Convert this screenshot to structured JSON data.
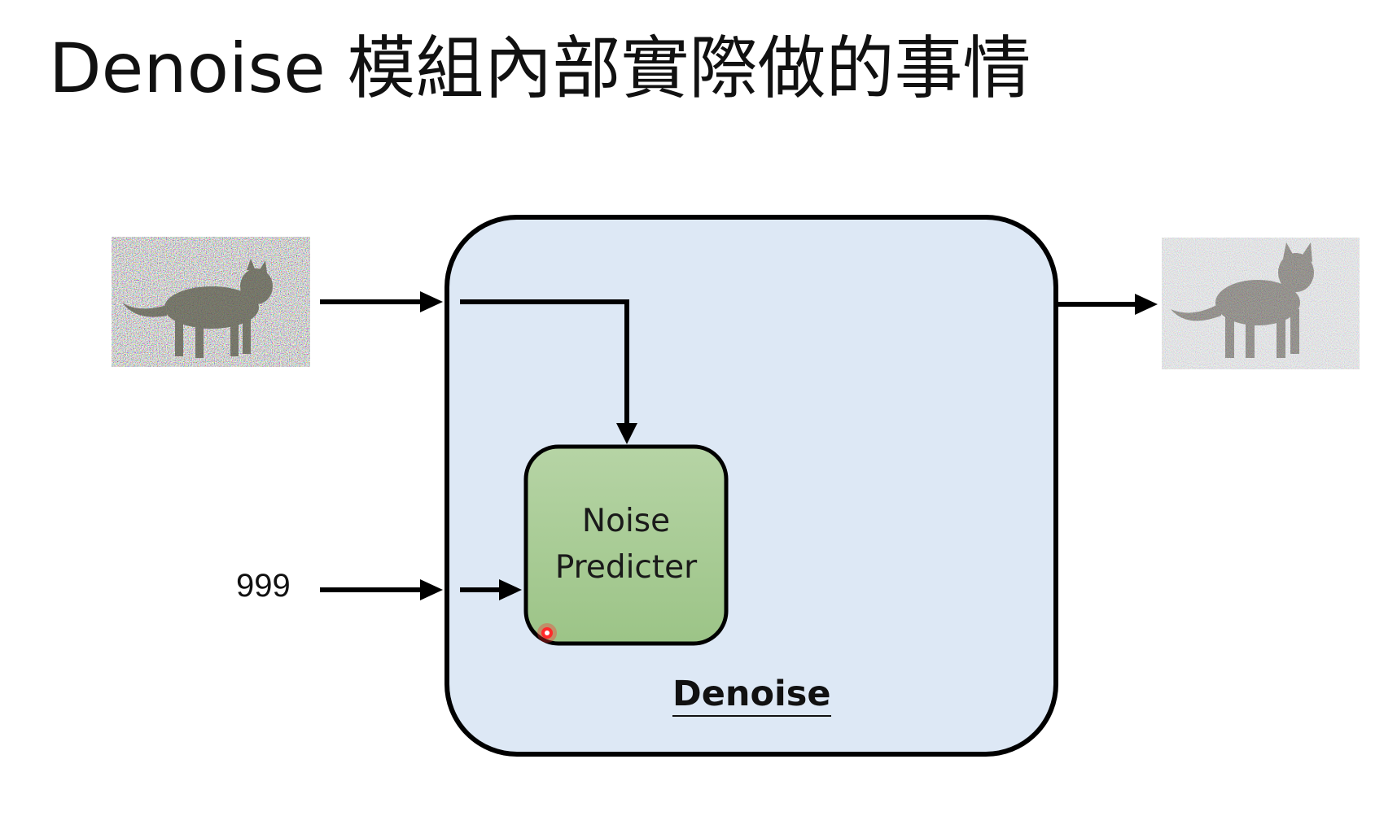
{
  "slide": {
    "title": "Denoise 模組內部實際做的事情"
  },
  "diagram": {
    "module_label": "Denoise",
    "predictor_label_line1": "Noise",
    "predictor_label_line2": "Predicter",
    "step_input": "999"
  },
  "colors": {
    "module_fill": "#dde8f5",
    "predictor_fill": "#a8cc95",
    "stroke": "#000000",
    "pointer": "#ff2a2a"
  },
  "icons": {
    "input_image": "noisy-cat-image",
    "output_image": "less-noisy-cat-image"
  }
}
